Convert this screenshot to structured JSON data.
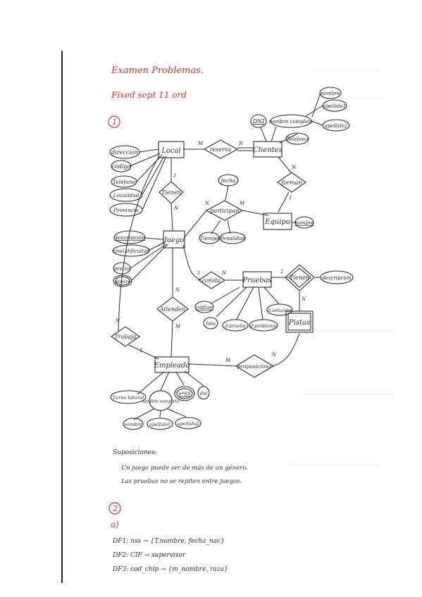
{
  "header": {
    "title": "Examen Problemas.",
    "subtitle": "Fixed sept 11 ord",
    "section1": "1",
    "section2": "2",
    "part_a": "a)"
  },
  "entities": {
    "local": "Local",
    "clientes": "Clientes",
    "juego": "Juego",
    "equipo": "Equipo",
    "pruebas": "Pruebas",
    "pistas": "Pistas",
    "empleado": "Empleado"
  },
  "relationships": {
    "reserva": "reserva",
    "tienen_local": "Tienen",
    "forman": "forman",
    "participan": "participan",
    "consta": "consta",
    "tienen_pruebas": "Tienen",
    "atienden": "Atienden",
    "trabaja": "Trabaja",
    "proposiciona": "proposiciona"
  },
  "attributes": {
    "local": [
      "dirección",
      "código",
      "Teléfono",
      "Localidad",
      "Provincia"
    ],
    "clientes_dni": "DNI",
    "clientes_nombre_completo": "nombre completo",
    "clientes_nombre": "nombre",
    "clientes_apellido1": "apellido1",
    "clientes_apellido2": "apellido2",
    "clientes_telefono": "Teléfono",
    "equipo_nombre": "nombre",
    "participan_fecha": "fecha",
    "participan_tiempo": "Tiempo",
    "participan_penalidad": "Penalidad",
    "juego": [
      "descripción",
      "nivel dificultad",
      "precio",
      "género"
    ],
    "pruebas_codigo": "código",
    "pruebas_foto": "foto",
    "pruebas_d_prueba": "d.prueba",
    "pruebas_d_problema": "d.problema",
    "pruebas_d_solucion": "d.solución",
    "pistas_descripcion": "descripción",
    "empleado_turno": "Turno laboral",
    "empleado_nombre_completo": "nombre completo",
    "empleado_nss": "nºSS",
    "empleado_dni": "dni",
    "empleado_nombre": "nombre",
    "empleado_apellido1": "apellido1",
    "empleado_apellido2": "apellido2"
  },
  "cardinalities": {
    "reserva_local": "M",
    "reserva_clientes": "N",
    "tienen_local": "1",
    "tienen_juego": "N",
    "forman_clientes": "N",
    "forman_equipo": "1",
    "participan_juego": "N",
    "participan_equipo": "M",
    "consta_juego": "1",
    "consta_pruebas": "N",
    "tienen_pruebas": "1",
    "tienen_pistas": "N",
    "atienden_juego": "N",
    "atienden_empleado": "M",
    "trabaja_local": "N",
    "trabaja_empleado": "1",
    "propos_empleado": "M",
    "propos_pistas": "N"
  },
  "notes": {
    "heading": "Suposiciones:",
    "items": [
      "Un juego puede ser de más de un género.",
      "Las pruebas no se repiten entre juegos."
    ]
  },
  "dependencies": [
    "DF1: nss → {T.nombre, fecha_nac}",
    "DF2: CIF → supervisor",
    "DF3: cod_chip → {m_nombre, raza}"
  ],
  "colors": {
    "accent": "#c0392b",
    "ink": "#2b2b2b"
  }
}
